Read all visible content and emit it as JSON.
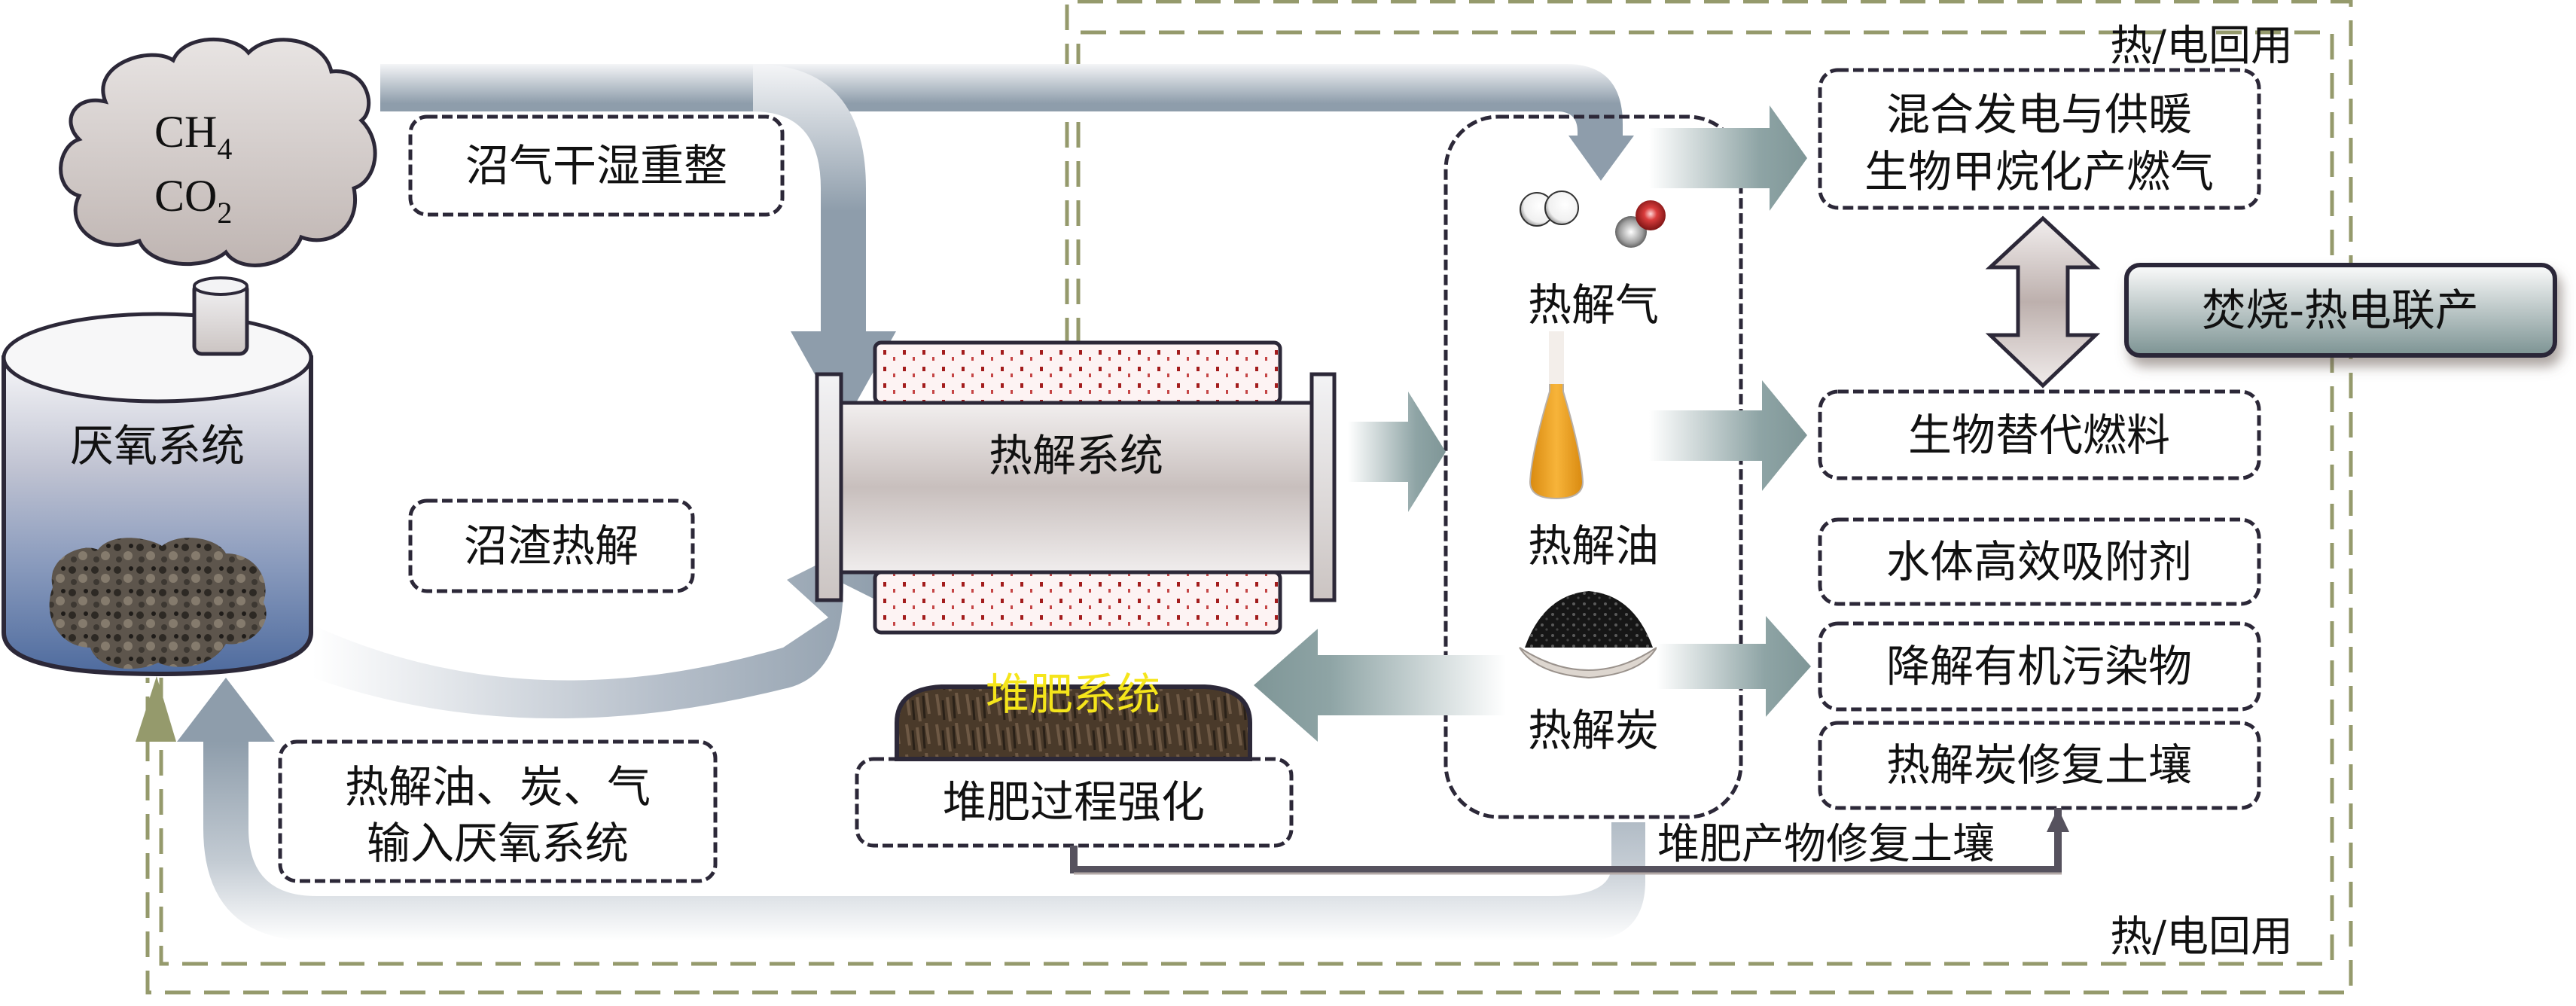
{
  "figure": {
    "type": "process-flow-diagram",
    "subject": "厌氧消化-热解-堆肥耦合系统"
  },
  "colors": {
    "flow_arrow": "#8e9dab",
    "product_arrow": "#7f9697",
    "energy_loop": "#959a6c",
    "box_border": "#2c2838",
    "tank_bottom": "#4e6b9e",
    "compost": "#4a3a2a",
    "compost_text": "#f5e51b",
    "insulation_dot": "#a31c1c",
    "oil": "#f0a422"
  },
  "nodes": {
    "biogas_cloud": {
      "line1_main": "CH",
      "line1_sub": "4",
      "line2_main": "CO",
      "line2_sub": "2"
    },
    "anaerobic_system": {
      "label": "厌氧系统"
    },
    "pyrolysis_system": {
      "label": "热解系统"
    },
    "compost_system": {
      "label": "堆肥系统"
    },
    "chp": {
      "label": "焚烧-热电联产"
    }
  },
  "process_labels": {
    "biogas_reforming": "沼气干湿重整",
    "digestate_pyrolysis": "沼渣热解",
    "feedback": {
      "line1": "热解油、炭、气",
      "line2": "输入厌氧系统"
    },
    "compost_enhance": "堆肥过程强化",
    "compost_soil": "堆肥产物修复土壤"
  },
  "products": {
    "gas": "热解气",
    "oil": "热解油",
    "char": "热解炭"
  },
  "applications": [
    {
      "id": "power",
      "line1": "混合发电与供暖",
      "line2": "生物甲烷化产燃气"
    },
    {
      "id": "biofuel",
      "line1": "生物替代燃料"
    },
    {
      "id": "adsorbent",
      "line1": "水体高效吸附剂"
    },
    {
      "id": "degrade",
      "line1": "降解有机污染物"
    },
    {
      "id": "char_soil",
      "line1": "热解炭修复土壤"
    }
  ],
  "energy_recycle": {
    "top_label": "热/电回用",
    "bottom_label": "热/电回用"
  }
}
